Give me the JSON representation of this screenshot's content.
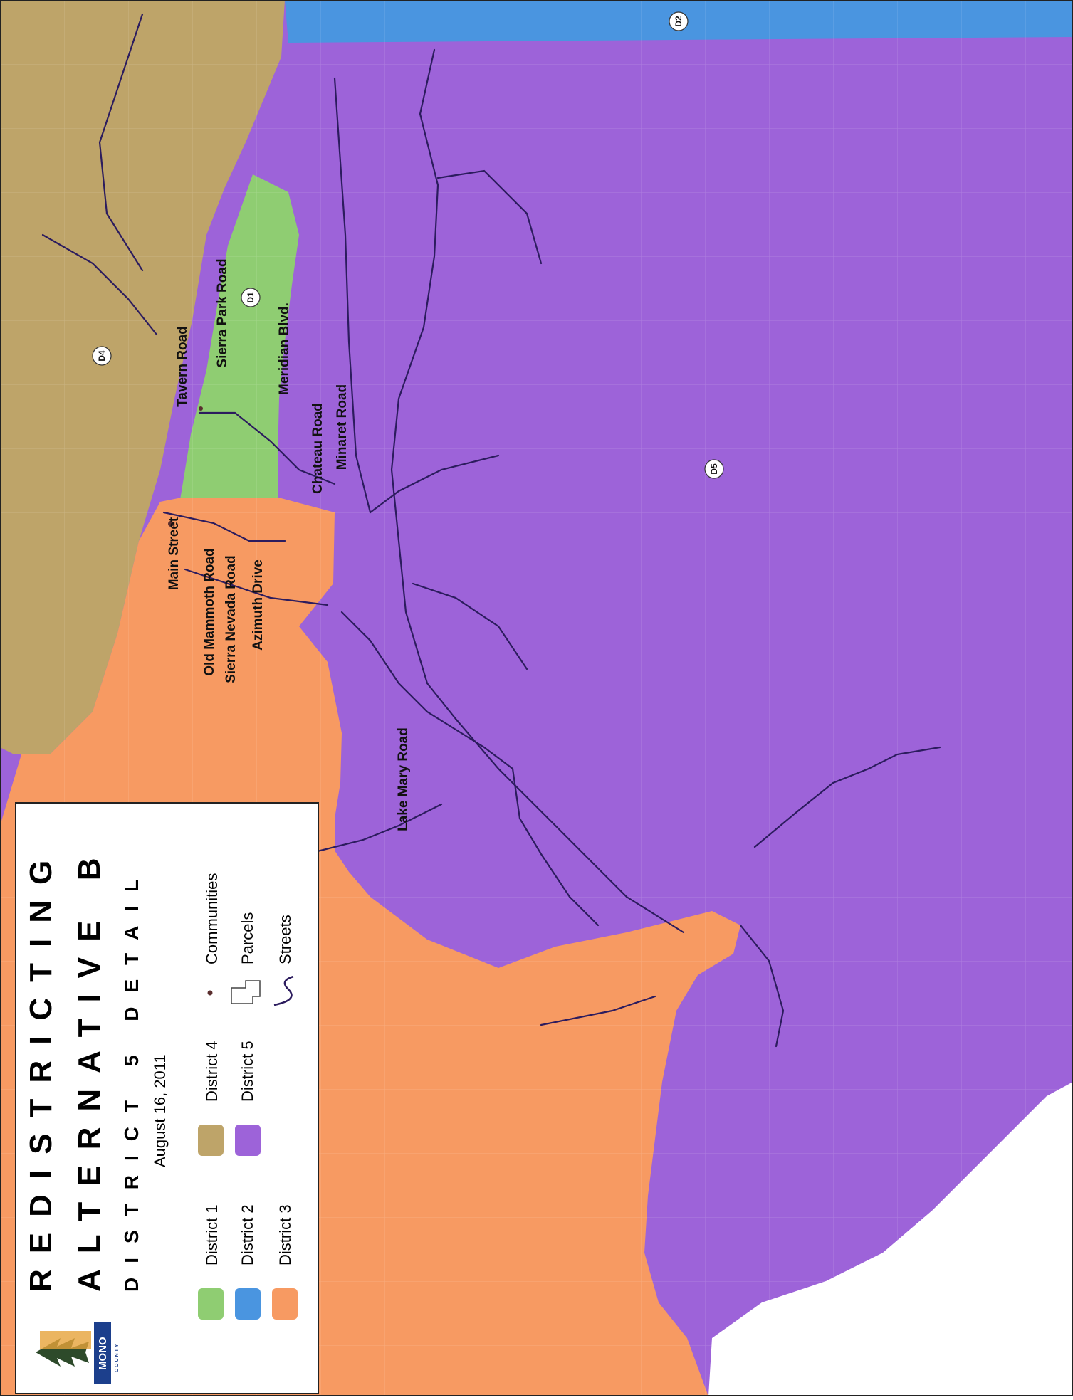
{
  "legend": {
    "title": "REDISTRICTING",
    "subtitle1": "ALTERNATIVE B",
    "subtitle2": "DISTRICT 5 DETAIL",
    "date": "August 16, 2011",
    "items": [
      {
        "label": "District 1",
        "color": "#8fcd72"
      },
      {
        "label": "District 2",
        "color": "#4a95e0"
      },
      {
        "label": "District 3",
        "color": "#f79a62"
      },
      {
        "label": "District 4",
        "color": "#bea469"
      },
      {
        "label": "District 5",
        "color": "#9d63d9"
      },
      {
        "label": "Communities",
        "color": "#5a2e2e"
      },
      {
        "label": "Parcels",
        "color": "#ffffff"
      },
      {
        "label": "Streets",
        "color": "#2c1c5e"
      }
    ]
  },
  "logo": {
    "name": "MONO",
    "sub": "COUNTY"
  },
  "district_tags": [
    "D1",
    "D2",
    "D4",
    "D5"
  ],
  "road_labels": [
    "Tavern Road",
    "Sierra Park Road",
    "Meridian Blvd.",
    "Minaret Road",
    "Chateau Road",
    "Main Street",
    "Old Mammoth Road",
    "Sierra Nevada Road",
    "Azimuth Drive",
    "Lake Mary Road"
  ]
}
